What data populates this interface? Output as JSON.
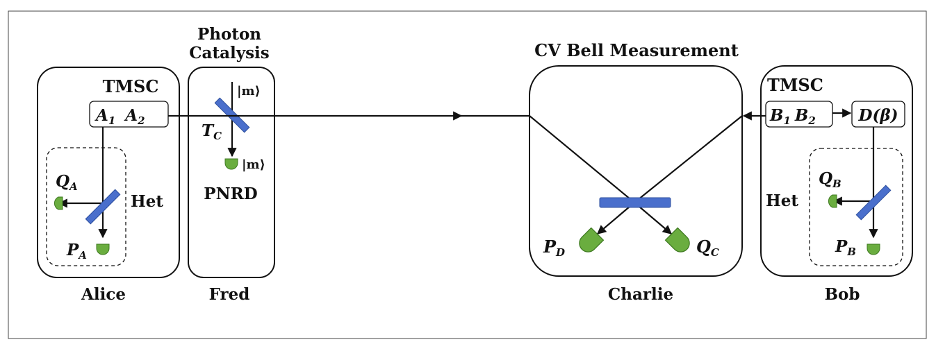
{
  "colors": {
    "beam_splitter": "#4a6fcc",
    "detector": "#6aad3f",
    "line": "#111111"
  },
  "stations": {
    "alice": {
      "name": "Alice",
      "source": "TMSC",
      "modes": [
        "A",
        "1",
        "A",
        "2"
      ],
      "het": "Het",
      "q_out": [
        "Q",
        "A"
      ],
      "p_out": [
        "P",
        "A"
      ]
    },
    "fred": {
      "heading_line1": "Photon",
      "heading_line2": "Catalysis",
      "name": "Fred",
      "ket_in": "|m⟩",
      "ket_out": "|m⟩",
      "transmissivity": [
        "T",
        "C"
      ],
      "detector": "PNRD"
    },
    "charlie": {
      "heading": "CV Bell Measurement",
      "name": "Charlie",
      "p_out": [
        "P",
        "D"
      ],
      "q_out": [
        "Q",
        "C"
      ]
    },
    "bob": {
      "name": "Bob",
      "source": "TMSC",
      "modes": [
        "B",
        "1",
        "B",
        "2"
      ],
      "displacement": "D(β)",
      "het": "Het",
      "q_out": [
        "Q",
        "B"
      ],
      "p_out": [
        "P",
        "B"
      ]
    }
  }
}
